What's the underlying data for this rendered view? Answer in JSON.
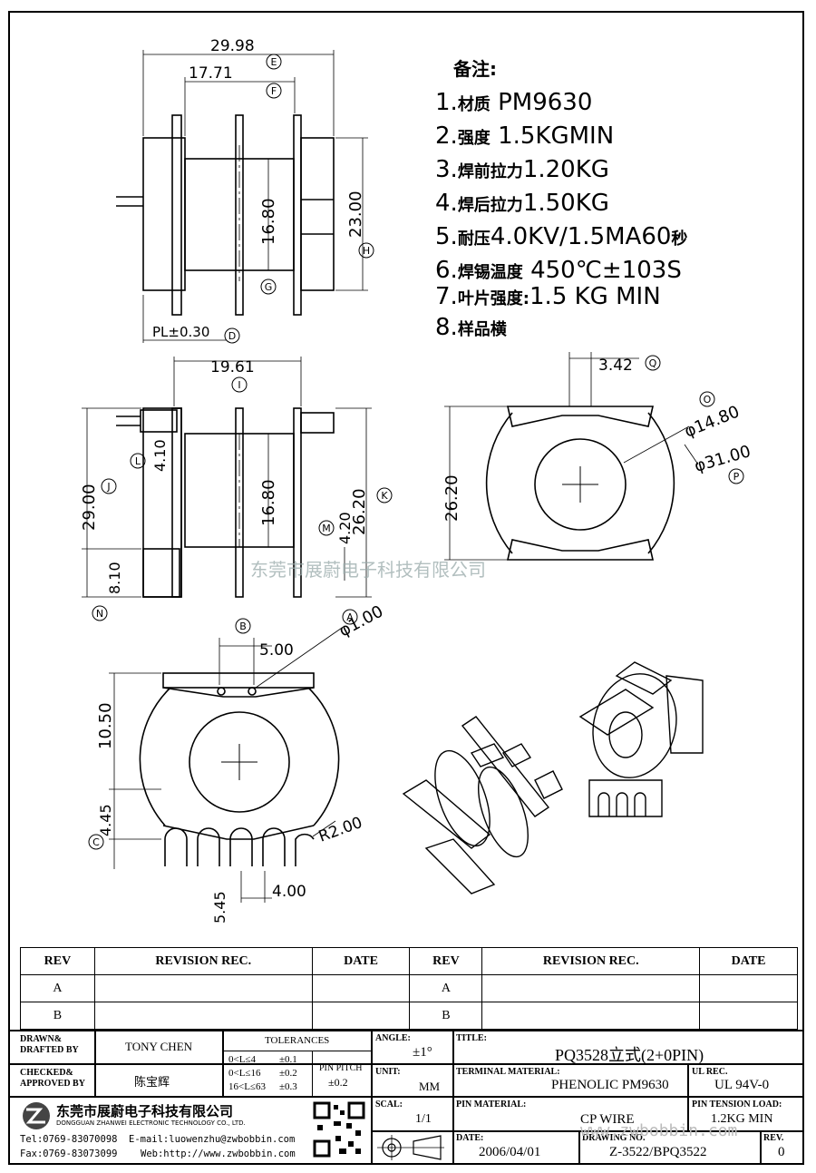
{
  "dimensions": {
    "top_width_outer": "29.98",
    "top_width_inner": "17.71",
    "core_height": "16.80",
    "total_height": "23.00",
    "pl_tol": "PL±0.30",
    "mid_width": "19.61",
    "left_height": "29.00",
    "left_step": "4.10",
    "left_bottom": "8.10",
    "right_height": "26.20",
    "right_step": "4.20",
    "round_height": "26.20",
    "round_top": "3.42",
    "round_inner_dia": "φ14.80",
    "round_outer_dia": "φ31.00",
    "pin_pitch_dim": "5.00",
    "pin_hole_dia": "φ1.00",
    "bottom_height": "10.50",
    "bottom_step": "4.45",
    "radius": "R2.00",
    "slot_width": "4.00",
    "slot_depth": "5.45"
  },
  "markers": {
    "A": "A",
    "B": "B",
    "C": "C",
    "D": "D",
    "E": "E",
    "F": "F",
    "G": "G",
    "H": "H",
    "I": "I",
    "J": "J",
    "K": "K",
    "L": "L",
    "M": "M",
    "N": "N",
    "O": "O",
    "P": "P",
    "Q": "Q"
  },
  "notes": {
    "heading": "备注:",
    "items": [
      {
        "num": "1.",
        "label": "材质",
        "value": "PM9630"
      },
      {
        "num": "2.",
        "label": "强度",
        "value": "1.5KGMIN"
      },
      {
        "num": "3.",
        "label": "焊前拉力",
        "value": "1.20KG"
      },
      {
        "num": "4.",
        "label": "焊后拉力",
        "value": "1.50KG"
      },
      {
        "num": "5.",
        "label": "耐压",
        "value": "4.0KV/1.5MA60",
        "suffix": "秒"
      },
      {
        "num": "6.",
        "label": "焊锡温度",
        "value": "450℃±103S"
      },
      {
        "num": "7.",
        "label": "叶片强度:",
        "value": "1.5 KG MIN"
      },
      {
        "num": "8.",
        "label": "样品横",
        "value": ""
      }
    ]
  },
  "watermark": "东莞市展蔚电子科技有限公司",
  "watermark2": "www.zwbobbin.com",
  "revision_table": {
    "headers": [
      "REV",
      "REVISION REC.",
      "DATE",
      "REV",
      "REVISION REC.",
      "DATE"
    ],
    "rows": [
      [
        "A",
        "",
        "",
        "A",
        "",
        ""
      ],
      [
        "B",
        "",
        "",
        "B",
        "",
        ""
      ]
    ]
  },
  "title_block": {
    "drawn_label": "DRAWN& DRAFTED BY",
    "drawn_value": "TONY CHEN",
    "checked_label": "CHECKED& APPROVED BY",
    "checked_value": "陈宝辉",
    "tolerances_label": "TOLERANCES",
    "tol1": "0<L≤4",
    "tol1v": "±0.1",
    "tol2": "0<L≤16",
    "tol2v": "±0.2",
    "tol3": "16<L≤63",
    "tol3v": "±0.3",
    "pin_pitch_label": "PIN PITCH",
    "pin_pitch_value": "±0.2",
    "angle_label": "ANGLE:",
    "angle_value": "±1°",
    "unit_label": "UNIT:",
    "unit_value": "MM",
    "scale_label": "SCAL:",
    "scale_value": "1/1",
    "title_label": "TITLE:",
    "title_value": "PQ3528立式(2+0PIN)",
    "terminal_label": "TERMINAL MATERIAL:",
    "terminal_value": "PHENOLIC PM9630",
    "ul_label": "UL REC.",
    "ul_value": "UL 94V-0",
    "pin_mat_label": "PIN MATERIAL:",
    "pin_mat_value": "CP WIRE",
    "tension_label": "PIN TENSION LOAD:",
    "tension_value": "1.2KG MIN",
    "date_label": "DATE:",
    "date_value": "2006/04/01",
    "drawing_label": "DRAWING NO.",
    "drawing_value": "Z-3522/BPQ3522",
    "rev_label": "REV.",
    "rev_value": "0",
    "company_cn": "东莞市展蔚电子科技有限公司",
    "company_en": "DONGGUAN ZHANWEI ELECTRONIC TECHNOLOGY CO., LTD.",
    "tel": "Tel:0769-83070098",
    "email": "E-mail:luowenzhu@zwbobbin.com",
    "fax": "Fax:0769-83073099",
    "web": "Web:http://www.zwbobbin.com"
  }
}
